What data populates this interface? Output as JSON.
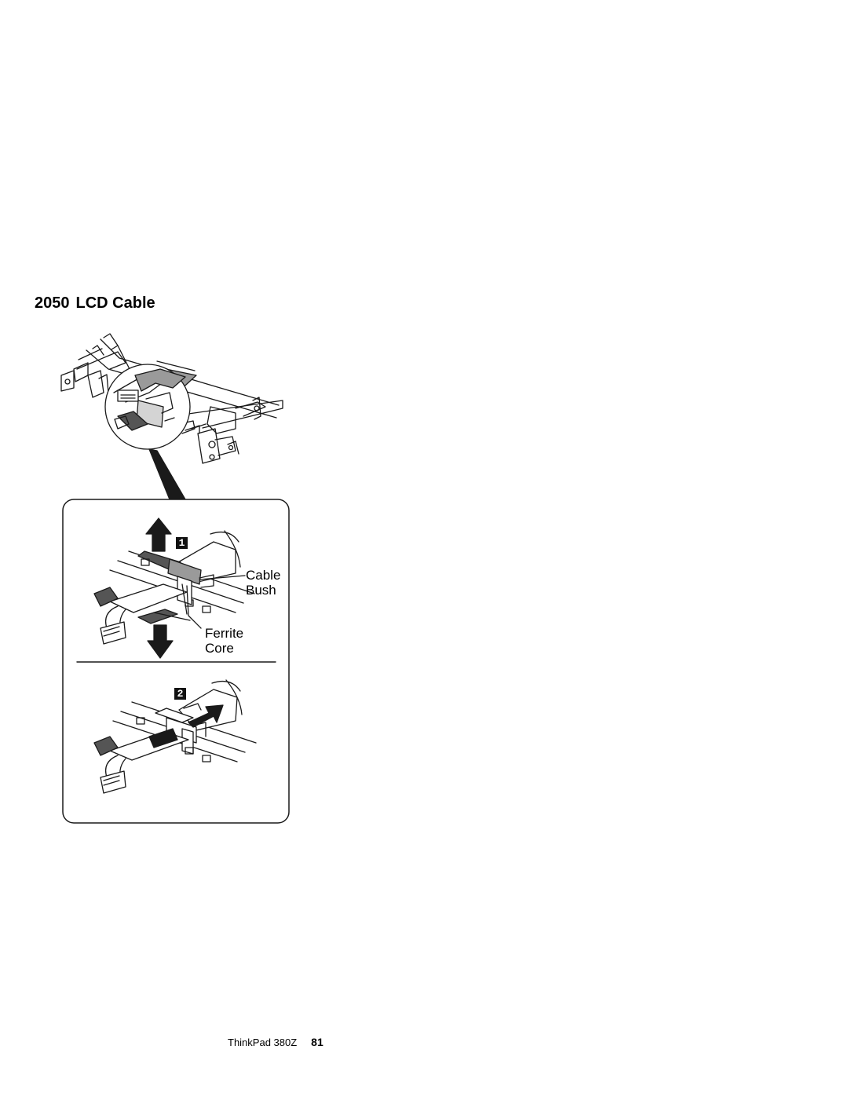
{
  "section": {
    "number": "2050",
    "title": "LCD Cable"
  },
  "figure": {
    "step_1_badge": "1",
    "step_2_badge": "2",
    "callout_cable_bush_line1": "Cable",
    "callout_cable_bush_line2": "Bush",
    "callout_ferrite_core_line1": "Ferrite",
    "callout_ferrite_core_line2": "Core",
    "ink_color": "#1a1a1a",
    "fill_dark": "#555555",
    "fill_mid": "#9a9a9a",
    "fill_light": "#d4d4d4"
  },
  "footer": {
    "product": "ThinkPad 380Z",
    "page_number": "81"
  }
}
